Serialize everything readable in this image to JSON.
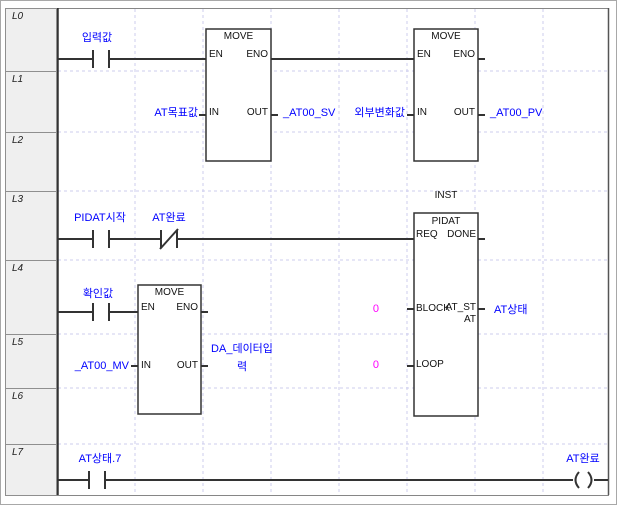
{
  "app": {
    "description": "PLC ladder diagram editor view",
    "colors": {
      "operand_text": "#0000ff",
      "constant_text": "#ff00ff",
      "wire": "#3a3a3a",
      "grid": "#ccccee",
      "rung_label_bg": "#efefef"
    }
  },
  "rung_labels": [
    "L0",
    "L1",
    "L2",
    "L3",
    "L4",
    "L5",
    "L6",
    "L7"
  ],
  "rungs": {
    "r0": {
      "contact_label": "입력값"
    },
    "r3": {
      "no_contact_label": "PIDAT시작",
      "nc_contact_label": "AT완료"
    },
    "r4": {
      "contact_label": "확인값"
    },
    "r7": {
      "contact_label": "AT상태.7",
      "coil_label": "AT완료"
    }
  },
  "blocks": {
    "move1": {
      "title": "MOVE",
      "pin_en": "EN",
      "pin_eno": "ENO",
      "pin_in": "IN",
      "pin_out": "OUT",
      "in_operand": "AT목표값",
      "out_operand": "_AT00_SV"
    },
    "move2": {
      "title": "MOVE",
      "pin_en": "EN",
      "pin_eno": "ENO",
      "pin_in": "IN",
      "pin_out": "OUT",
      "in_operand": "외부변화값",
      "out_operand": "_AT00_PV"
    },
    "pidat": {
      "inst_label": "INST",
      "title": "PIDAT",
      "pin_req": "REQ",
      "pin_done": "DONE",
      "pin_block": "BLOCK",
      "pin_at_st_line1": "AT_ST",
      "pin_at_st_line2": "AT",
      "pin_loop": "LOOP",
      "block_operand": "0",
      "loop_operand": "0",
      "at_st_operand": "AT상태"
    },
    "move3": {
      "title": "MOVE",
      "pin_en": "EN",
      "pin_eno": "ENO",
      "pin_in": "IN",
      "pin_out": "OUT",
      "in_operand": "_AT00_MV",
      "out_operand_line1": "DA_데이터입",
      "out_operand_line2": "력"
    }
  }
}
